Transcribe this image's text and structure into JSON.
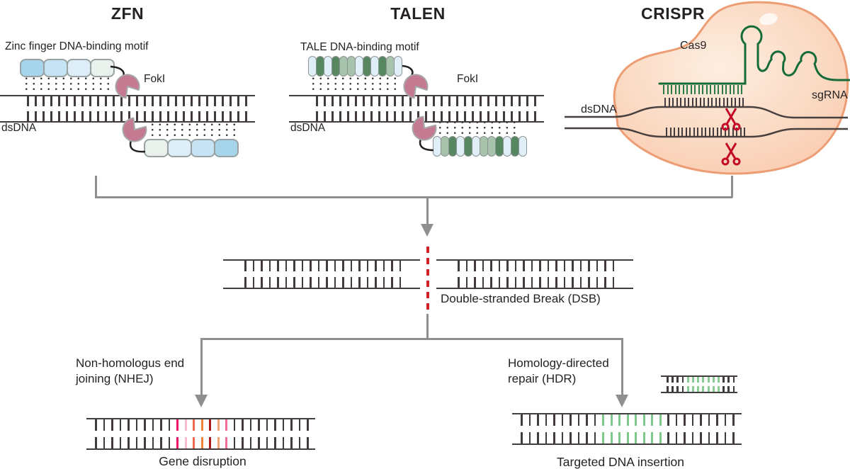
{
  "titles": {
    "zfn": "ZFN",
    "talen": "TALEN",
    "crispr": "CRISPR"
  },
  "zfn": {
    "motif_label": "Zinc finger DNA-binding motif",
    "enzyme_label": "FokI",
    "dna_label": "dsDNA",
    "finger_colors_top": [
      "#a6d4ea",
      "#c6e3f3",
      "#ddeef8",
      "#eaf0ec"
    ],
    "finger_colors_bottom": [
      "#eaf0ec",
      "#ddeef8",
      "#c6e3f3",
      "#a6d4ea"
    ]
  },
  "talen": {
    "motif_label": "TALE DNA-binding motif",
    "enzyme_label": "FokI",
    "dna_label": "dsDNA",
    "repeat_colors_top": [
      "#e0eff7",
      "#578760",
      "#e0eff7",
      "#578760",
      "#a7c3ab",
      "#a7c3ab",
      "#e0eff7",
      "#578760",
      "#e0eff7",
      "#578760",
      "#a7c3ab",
      "#e0eff7"
    ],
    "repeat_colors_bottom": [
      "#e0eff7",
      "#a7c3ab",
      "#578760",
      "#e0eff7",
      "#578760",
      "#e0eff7",
      "#a7c3ab",
      "#a7c3ab",
      "#578760",
      "#e0eff7",
      "#578760",
      "#e0eff7"
    ]
  },
  "crispr": {
    "protein_label": "Cas9",
    "rna_label": "sgRNA",
    "dna_label": "dsDNA"
  },
  "dsb": {
    "label": "Double-stranded Break (DSB)"
  },
  "nhej": {
    "label_line1": "Non-homologus end",
    "label_line2": "joining (NHEJ)",
    "result_label": "Gene disruption"
  },
  "hdr": {
    "label_line1": "Homology-directed",
    "label_line2": "repair (HDR)",
    "result_label": "Targeted DNA insertion"
  },
  "colors": {
    "strand_dark": "#433c3e",
    "flow_gray": "#8f8f8f",
    "break_red": "#d42027",
    "scissors_red": "#c20a26",
    "fokI_pink": "#c47b91",
    "cas9_fill": "#fbdcc6",
    "cas9_outline": "#ec9d74",
    "sgrna_green": "#156c38",
    "insert_green": "#7fc98c"
  },
  "dna": {
    "zfn": {
      "n": 29,
      "spacing": 11,
      "lead": 38
    },
    "talen": {
      "n": 29,
      "spacing": 11,
      "lead": 38
    },
    "dsb_left": {
      "n": 20,
      "spacing": 11.5,
      "lead": 30
    },
    "dsb_right": {
      "n": 20,
      "spacing": 11.5,
      "lead": 30
    },
    "nhej_product": {
      "n": 27,
      "spacing": 11.5,
      "lead": 12,
      "colored": {
        "start": 10,
        "colors": [
          "#e8156b",
          "#f8bccd",
          "#ee6a4f",
          "#ef813f",
          "#ad1a17",
          "#f4a272",
          "#f26d9f"
        ]
      }
    },
    "donor": {
      "n": 14,
      "spacing": 7.2,
      "lead": 8,
      "colored": {
        "start": 4,
        "colors": [
          "#8bcb96",
          "#8bcb96",
          "#8bcb96",
          "#8bcb96",
          "#8bcb96",
          "#8bcb96",
          "#8bcb96"
        ]
      }
    },
    "hdr_product": {
      "n": 27,
      "spacing": 11.5,
      "lead": 12,
      "colored": {
        "start": 10,
        "colors": [
          "#7fc98c",
          "#7fc98c",
          "#7fc98c",
          "#7fc98c",
          "#7fc98c",
          "#7fc98c",
          "#7fc98c",
          "#7fc98c"
        ]
      }
    },
    "guide_ticks": {
      "n": 21,
      "spacing": 5.5,
      "w": 2.2,
      "color": "#2b7a47"
    },
    "cas_top_ticks": {
      "n": 21,
      "spacing": 5.5,
      "w": 2.2,
      "color": "#433c3e"
    },
    "cas_bot_ticks": {
      "n": 21,
      "spacing": 5.5,
      "w": 2.2,
      "color": "#433c3e"
    }
  }
}
